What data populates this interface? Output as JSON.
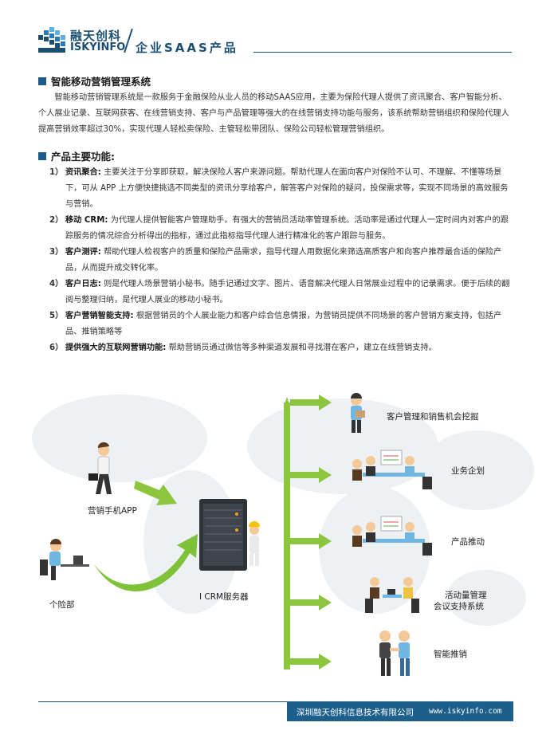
{
  "header": {
    "logo_cn": "融天创科",
    "logo_en": "ISKYINFO",
    "product": "企业SAAS产品"
  },
  "section1": {
    "title": "智能移动营销管理系统",
    "intro": "智能移动营销管理系统是一款服务于金融保险从业人员的移动SAAS应用，主要为保险代理人提供了资讯聚合、客户智能分析、个人展业记录、互联网获客、在线营销支持、客户与产品管理等强大的在线营销支持功能与服务，该系统帮助营销组织和保险代理人提高营销效率超过30%，实现代理人轻松卖保险、主管轻松带团队、保险公司轻松管理营销组织。"
  },
  "section2": {
    "title": "产品主要功能:",
    "features": [
      {
        "num": "1）",
        "title": "资讯聚合:",
        "text": "主要关注于分享即获取，解决保险人客户来源问题。帮助代理人在面向客户对保险不认可、不理解、不懂等场景下，可从 APP 上方便快捷挑选不同类型的资讯分享给客户，解答客户对保险的疑问，投保需求等，实现不同场景的高效服务与营销。"
      },
      {
        "num": "2）",
        "title": "移动 CRM:",
        "text": "为代理人提供智能客户管理助手。有强大的营销员活动率管理系统。活动率是通过代理人一定时间内对客户的跟踪服务的情况综合分析得出的指标，通过此指标指导代理人进行精准化的客户跟踪与服务。"
      },
      {
        "num": "3）",
        "title": "客户测评:",
        "text": "帮助代理人检视客户的质量和保险产品需求，指导代理人用数据化来筛选高质客户和向客户推荐最合适的保险产品，从而提升成交转化率。"
      },
      {
        "num": "4）",
        "title": "客户日志:",
        "text": "则是代理人场景营销小秘书。随手记通过文字、图片、语音解决代理人日常展业过程中的记录需求。便于后续的翻阅与整理归纳，是代理人展业的移动小秘书。"
      },
      {
        "num": "5）",
        "title": "客户营销智能支持:",
        "text": "根据营销员的个人展业能力和客户综合信息情报，为营销员提供不同场景的客户营销方案支持，包括产品、推销策略等"
      },
      {
        "num": "6）",
        "title": "提供强大的互联网营销功能:",
        "text": "帮助营销员通过微信等多种渠道发展和寻找潜在客户，建立在线营销支持。"
      }
    ]
  },
  "diagram": {
    "left_labels": [
      "营销手机APP",
      "个险部"
    ],
    "server_label": "I CRM服务器",
    "outputs": [
      "客户管理和销售机会挖掘",
      "业务企划",
      "产品推动",
      "活动量管理",
      "会议支持系统",
      "智能推销"
    ]
  },
  "footer": {
    "company": "深圳融天创科信息技术有限公司",
    "url": "www.iskyinfo.com"
  },
  "colors": {
    "brand": "#1b4f72",
    "footer_bar": "#1c5f8c",
    "arrow_green": "#7ec23a"
  }
}
